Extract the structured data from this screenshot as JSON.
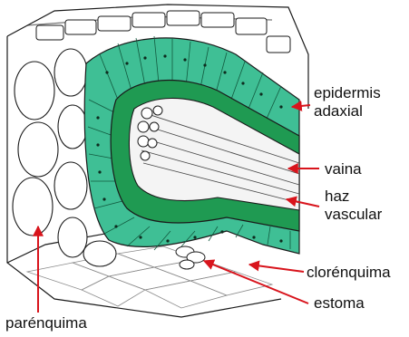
{
  "labels": {
    "epidermis": [
      "epidermis",
      "adaxial"
    ],
    "vaina": "vaina",
    "haz": [
      "haz",
      "vascular"
    ],
    "clorenquima": "clorénquima",
    "estoma": "estoma",
    "parenquima": "parénquima"
  },
  "colors": {
    "leader_arrow": "#d8141c",
    "chlorenchyma": "#3fbf95",
    "sheath": "#1f9a52",
    "outline": "#1a1a1a",
    "parenchyma_fill": "#ffffff",
    "vascular_fill": "#f4f4f4"
  }
}
